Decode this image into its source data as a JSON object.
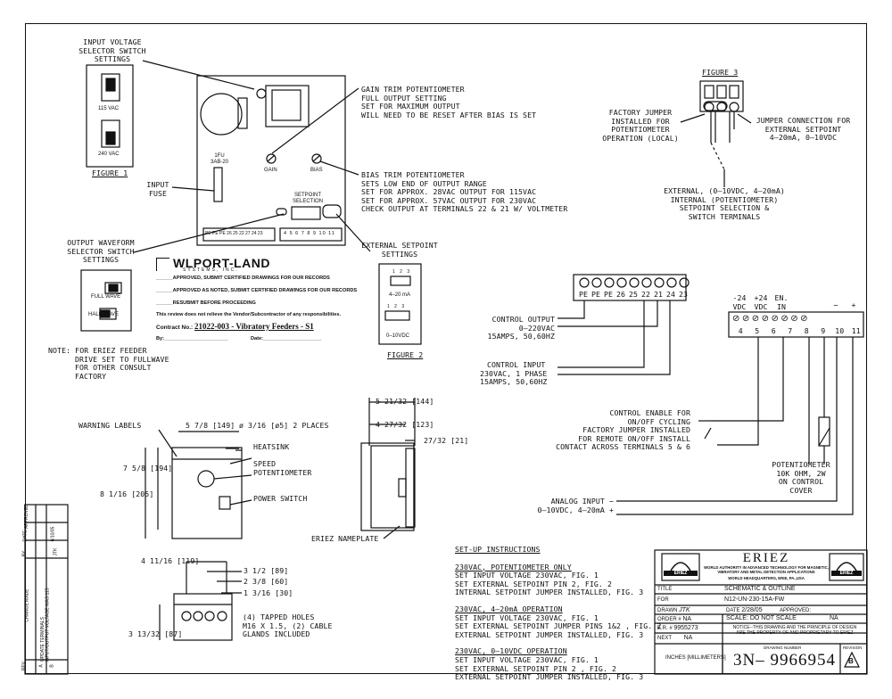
{
  "fig1": {
    "callout": [
      "INPUT VOLTAGE",
      "SELECTOR SWITCH",
      "SETTINGS"
    ],
    "v115": "115 VAC",
    "v240": "240 VAC",
    "title": "FIGURE 1"
  },
  "board": {
    "fuse_top": "1FU",
    "fuse_bottom": "3AB-20",
    "gain": "GAIN",
    "bias": "BIAS",
    "sp_top": "SETPOINT",
    "sp_bottom": "SELECTION",
    "left_terms": "PE PE PE 26 25 22 27 24 23",
    "right_terms": "4 5 6 7 8 9 10 11"
  },
  "callouts": {
    "input_fuse": [
      "INPUT",
      "FUSE"
    ],
    "gain_trim": [
      "GAIN TRIM POTENTIOMETER",
      "FULL OUTPUT SETTING",
      "SET FOR MAXIMUM OUTPUT",
      "WILL NEED TO BE RESET AFTER BIAS IS SET"
    ],
    "bias_trim": [
      "BIAS TRIM POTENTIOMETER",
      "SETS LOW END OF OUTPUT RANGE",
      "SET FOR APPROX. 28VAC OUTPUT FOR 115VAC",
      "SET FOR APPROX. 57VAC OUTPUT FOR 230VAC",
      "CHECK OUTPUT AT TERMINALS 22 & 21 W/ VOLTMETER"
    ],
    "waveform": [
      "OUTPUT WAVEFORM",
      "SELECTOR SWITCH",
      "SETTINGS"
    ],
    "ext_setpoint": [
      "EXTERNAL SETPOINT",
      "SETTINGS"
    ]
  },
  "waveform": {
    "full": "FULL WAVE",
    "half": "HALF WAVE"
  },
  "note": [
    "NOTE: FOR ERIEZ FEEDER",
    "DRIVE SET TO FULLWAVE",
    "FOR OTHER CONSULT",
    "FACTORY"
  ],
  "stamp": {
    "logo": "WLPORT-LAND",
    "logo_sub": "SYSTEMS, INC.",
    "items": [
      "APPROVED, SUBMIT CERTIFIED DRAWINGS FOR OUR RECORDS",
      "APPROVED AS NOTED, SUBMIT CERTIFIED DRAWINGS FOR OUR RECORDS",
      "RESUBMIT BEFORE PROCEEDING"
    ],
    "disclaimer": "This review does not relieve the Vendor/Subcontractor of any responsibilities.",
    "contract_label": "Contract No.:",
    "contract_value": "21022-003 - Vibratory Feeders - S1",
    "by_label": "By:",
    "date_label": "Date:"
  },
  "fig2": {
    "pins": "1 2 3",
    "ma": "4–20 mA",
    "vdc": "0–10VDC",
    "title": "FIGURE 2"
  },
  "fig3": {
    "title": "FIGURE 3",
    "left": [
      "FACTORY JUMPER",
      "INSTALLED FOR",
      "POTENTIOMETER",
      "OPERATION (LOCAL)"
    ],
    "right": [
      "JUMPER CONNECTION FOR",
      "EXTERNAL SETPOINT",
      "4–20mA, 0–10VDC"
    ],
    "bottom": [
      "EXTERNAL, (0–10VDC, 4–20mA)",
      "INTERNAL (POTENTIOMETER)",
      "SETPOINT SELECTION &",
      "SWITCH TERMINALS"
    ]
  },
  "terminals": {
    "left_labels": [
      "PE",
      "PE",
      "PE",
      "26",
      "25",
      "22",
      "21",
      "24",
      "23"
    ],
    "right_labels": [
      "4",
      "5",
      "6",
      "7",
      "8",
      "9",
      "10",
      "11"
    ],
    "top_labels": [
      "-24\nVDC",
      "+24\nVDC",
      "EN.\nIN",
      "",
      "",
      "",
      "−",
      "+"
    ],
    "control_output": [
      "CONTROL OUTPUT",
      "0–220VAC",
      "15AMPS, 50,60HZ"
    ],
    "control_input": [
      "CONTROL INPUT",
      "230VAC, 1 PHASE",
      "15AMPS, 50,60HZ"
    ],
    "enable": [
      "CONTROL ENABLE FOR",
      "ON/OFF CYCLING",
      "FACTORY JUMPER INSTALLED",
      "FOR REMOTE ON/OFF INSTALL",
      "CONTACT ACROSS TERMINALS 5 & 6"
    ],
    "pot": [
      "POTENTIOMETER",
      "10K OHM, 2W",
      "ON CONTROL",
      "COVER"
    ],
    "analog": [
      "ANALOG INPUT  −",
      "0–10VDC, 4–20mA  +"
    ]
  },
  "outline": {
    "warning": "WARNING LABELS",
    "w149": "5 7/8 [149]",
    "holes": "ø 3/16 [ø5] 2 PLACES",
    "heatsink": "HEATSINK",
    "speed_pot": [
      "SPEED",
      "POTENTIOMETER"
    ],
    "power_switch": "POWER SWITCH",
    "h194": "7 5/8 [194]",
    "h205": "8 1/16 [205]",
    "d144": "5 21/32 [144]",
    "d123": "4 27/32 [123]",
    "d21": "27/32 [21]",
    "nameplate": "ERIEZ NAMEPLATE",
    "b119": "4 11/16 [119]",
    "b89": "3 1/2 [89]",
    "b60": "2 3/8 [60]",
    "b30": "1 3/16 [30]",
    "b87": "3 13/32 [87]",
    "tapped": [
      "(4) TAPPED HOLES",
      "M16 X 1.5, (2) CABLE",
      "GLANDS INCLUDED"
    ]
  },
  "setup": {
    "title": "SET-UP INSTRUCTIONS",
    "s1": [
      "230VAC, POTENTIOMETER ONLY",
      "SET INPUT VOLTAGE 230VAC, FIG. 1",
      "SET EXTERNAL SETPOINT PIN 2, FIG. 2",
      "INTERNAL SETPOINT JUMPER INSTALLED, FIG. 3"
    ],
    "s2": [
      "230VAC, 4–20mA OPERATION",
      "SET INPUT VOLTAGE 230VAC, FIG. 1",
      "SET EXTERNAL SETPOINT JUMPER PINS 1&2 , FIG. 2",
      "EXTERNAL SETPOINT JUMPER INSTALLED, FIG. 3"
    ],
    "s3": [
      "230VAC, 0–10VDC OPERATION",
      "SET INPUT VOLTAGE 230VAC, FIG. 1",
      "SET EXTERNAL SETPOINT PIN 2 , FIG. 2",
      "EXTERNAL SETPOINT JUMPER INSTALLED, FIG. 3"
    ]
  },
  "revisions": {
    "headers": [
      "REV",
      "CHANGE MADE",
      "BY",
      "DATE",
      "APPROVED"
    ],
    "rows": [
      [
        "A",
        "UPDATE TERMINALS",
        "",
        "",
        ""
      ],
      [
        "B",
        "INPUT/OUTPUT VOLTAGE WAS 115",
        "JTK",
        "6/10/05",
        ""
      ]
    ]
  },
  "title_block": {
    "company": "ERIEZ",
    "tagline": [
      "WORLD AUTHORITY IN ADVANCED TECHNOLOGY FOR MAGNETIC,",
      "VIBRATORY AND METAL DETECTION APPLICATIONS"
    ],
    "hq": "WORLD HEADQUARTERS, ERIE, PA.,USA",
    "logo": "ERIEZ",
    "title_label": "TITLE",
    "title_value": "SCHEMATIC & OUTLINE",
    "for_label": "FOR",
    "for_value": "N12-UN-230-15A-FW",
    "drawn_label": "DRAWN",
    "drawn_value": "JTK",
    "date_label": "DATE",
    "date_value": "2/28/05",
    "approved_label": "APPROVED:",
    "order_label": "ORDER #",
    "order_value": "NA",
    "scale": "SCALE: DO NOT SCALE",
    "scale_na": "NA",
    "er_label": "E.R. #",
    "er_value": "9955273",
    "next_label": "NEXT",
    "next_value": "NA",
    "notice": [
      "NOTICE--THIS DRAWING AND THE PRINCIPLE OF DESIGN",
      "ARE THE PROPERTY OF AND PROPRIETARY TO ERIEZ"
    ],
    "units": "INCHES [MILLIMETERS]",
    "drawing_label": "DRAWING NUMBER",
    "drawing_number": "3N– 9966954",
    "revision_label": "REVISION",
    "revision_value": "B"
  }
}
